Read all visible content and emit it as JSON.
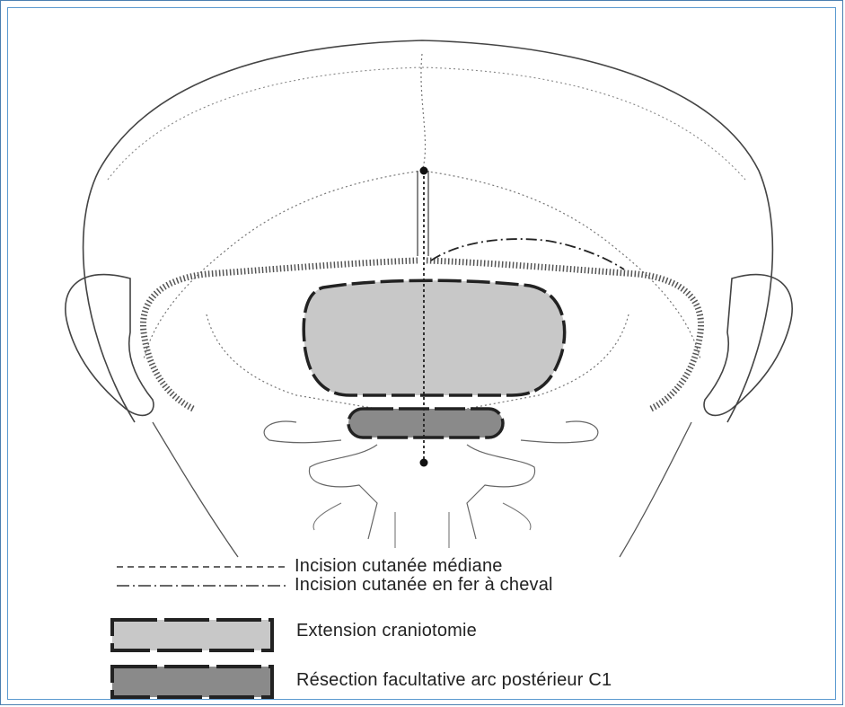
{
  "legend": {
    "median_incision": "Incision cutanée médiane",
    "horseshoe_incision": "Incision cutanée en fer à cheval",
    "craniotomy_extension": "Extension craniotomie",
    "c1_resection": "Résection facultative arc postérieur C1"
  },
  "colors": {
    "line": "#333333",
    "craniotomy_fill": "#c8c8c8",
    "c1_fill": "#8a8a8a",
    "frame": "#4a7fb0"
  }
}
